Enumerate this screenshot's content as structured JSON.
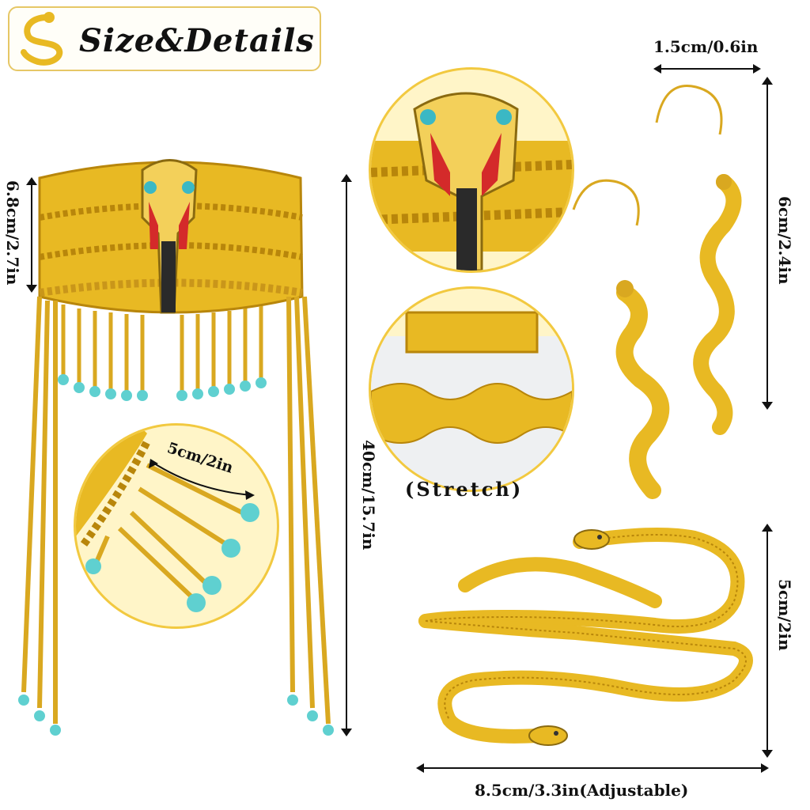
{
  "title": "Size&Details",
  "headpiece": {
    "height_label": "6.8cm/2.7in",
    "length_label": "40cm/15.7in"
  },
  "tassel_detail": {
    "spacing_label": "5cm/2in"
  },
  "stretch_detail": {
    "label": "(Stretch)"
  },
  "earrings": {
    "width_label": "1.5cm/0.6in",
    "height_label": "6cm/2.4in"
  },
  "armband": {
    "height_label": "5cm/2in",
    "width_label": "8.5cm/3.3in(Adjustable)"
  },
  "colors": {
    "gold": "#e8b923",
    "gold_dark": "#b8860b",
    "turquoise": "#5fd0d0",
    "red": "#d42a2a",
    "border_yellow": "#f2c940"
  }
}
